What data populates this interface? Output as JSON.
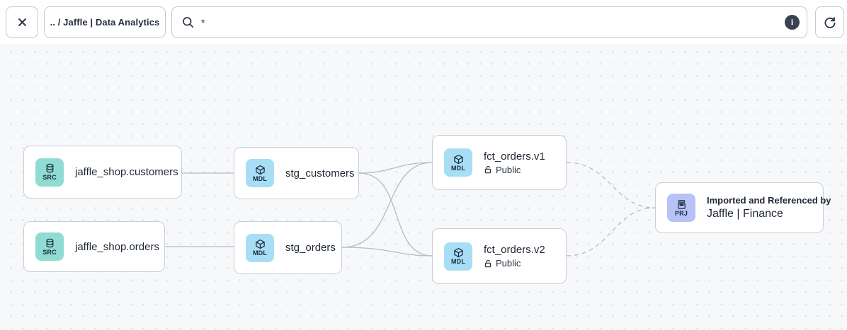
{
  "topbar": {
    "breadcrumb": ".. / Jaffle | Data Analytics",
    "search": {
      "value": "*",
      "icon": "search-magnifier"
    },
    "close_icon": "close-x",
    "info_icon": "i",
    "refresh_icon": "refresh-arrow"
  },
  "colors": {
    "src_icon_bg": "#90dcd2",
    "mdl_icon_bg": "#a7def6",
    "prj_icon_bg": "#b7c3f7",
    "edge": "#b4bac5",
    "canvas_bg": "#f7f8fa",
    "info_badge_bg": "#39424e"
  },
  "nodes": [
    {
      "id": "jaffle_shop.customers",
      "badge": "SRC",
      "icon": "database-icon",
      "label": "jaffle_shop.customers"
    },
    {
      "id": "jaffle_shop.orders",
      "badge": "SRC",
      "icon": "database-icon",
      "label": "jaffle_shop.orders"
    },
    {
      "id": "stg_customers",
      "badge": "MDL",
      "icon": "cube-icon",
      "label": "stg_customers"
    },
    {
      "id": "stg_orders",
      "badge": "MDL",
      "icon": "cube-icon",
      "label": "stg_orders"
    },
    {
      "id": "fct_orders.v1",
      "badge": "MDL",
      "icon": "cube-icon",
      "label": "fct_orders.v1",
      "access": "Public"
    },
    {
      "id": "fct_orders.v2",
      "badge": "MDL",
      "icon": "cube-icon",
      "label": "fct_orders.v2",
      "access": "Public"
    },
    {
      "id": "jaffle_finance",
      "badge": "PRJ",
      "icon": "archive-icon",
      "subtitle": "Imported and Referenced by",
      "label": "Jaffle | Finance"
    }
  ],
  "edges": [
    {
      "from": "jaffle_shop.customers",
      "to": "stg_customers",
      "style": "solid"
    },
    {
      "from": "jaffle_shop.orders",
      "to": "stg_orders",
      "style": "solid"
    },
    {
      "from": "stg_customers",
      "to": "fct_orders.v1",
      "style": "solid"
    },
    {
      "from": "stg_customers",
      "to": "fct_orders.v2",
      "style": "solid"
    },
    {
      "from": "stg_orders",
      "to": "fct_orders.v1",
      "style": "solid"
    },
    {
      "from": "stg_orders",
      "to": "fct_orders.v2",
      "style": "solid"
    },
    {
      "from": "fct_orders.v1",
      "to": "jaffle_finance",
      "style": "dashed"
    },
    {
      "from": "fct_orders.v2",
      "to": "jaffle_finance",
      "style": "dashed"
    }
  ]
}
